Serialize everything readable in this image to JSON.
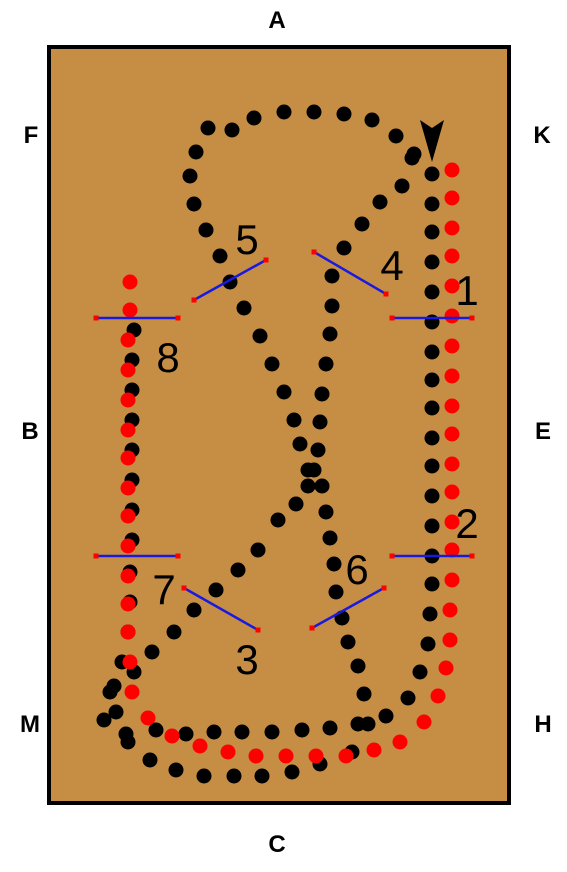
{
  "arena": {
    "fill_color": "#c68e44",
    "border_color": "#000000"
  },
  "markers": {
    "top": "A",
    "bottom": "C",
    "left_upper": "F",
    "left_middle": "B",
    "left_lower": "M",
    "right_upper": "K",
    "right_middle": "E",
    "right_lower": "H"
  },
  "gates": {
    "color": "#1a1adf",
    "end_color": "#ff0000",
    "labels": [
      "1",
      "2",
      "3",
      "4",
      "5",
      "6",
      "7",
      "8"
    ]
  },
  "tracks": {
    "black_color": "#000000",
    "red_color": "#ff0000"
  },
  "start_arrow": {
    "icon": "arrow-down-icon",
    "color": "#000000"
  }
}
